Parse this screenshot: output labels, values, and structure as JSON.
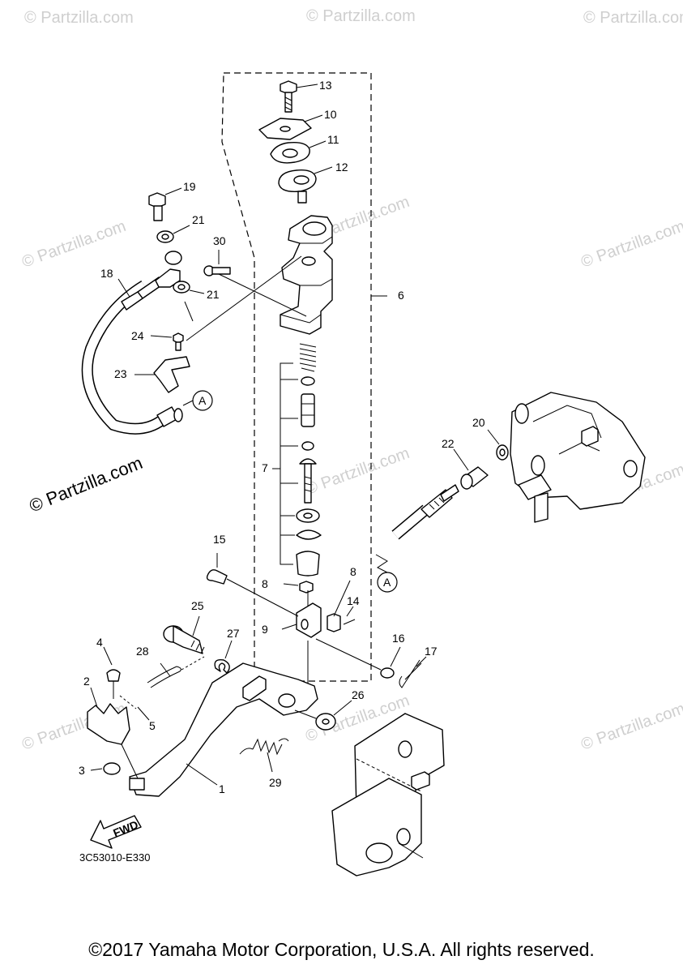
{
  "watermark": "© Partzilla.com",
  "diagram_code": "3C53010-E330",
  "fwd_label": "FWD",
  "ref_label": "A",
  "copyright": "©2017 Yamaha Motor Corporation, U.S.A. All rights reserved.",
  "callouts": {
    "c1": "1",
    "c2": "2",
    "c3": "3",
    "c4": "4",
    "c5": "5",
    "c6": "6",
    "c7": "7",
    "c8a": "8",
    "c8b": "8",
    "c9": "9",
    "c10": "10",
    "c11": "11",
    "c12": "12",
    "c13": "13",
    "c14": "14",
    "c15": "15",
    "c16": "16",
    "c17": "17",
    "c18": "18",
    "c19": "19",
    "c20": "20",
    "c21a": "21",
    "c21b": "21",
    "c22": "22",
    "c23": "23",
    "c24": "24",
    "c25": "25",
    "c26": "26",
    "c27": "27",
    "c28": "28",
    "c29": "29",
    "c30": "30"
  }
}
